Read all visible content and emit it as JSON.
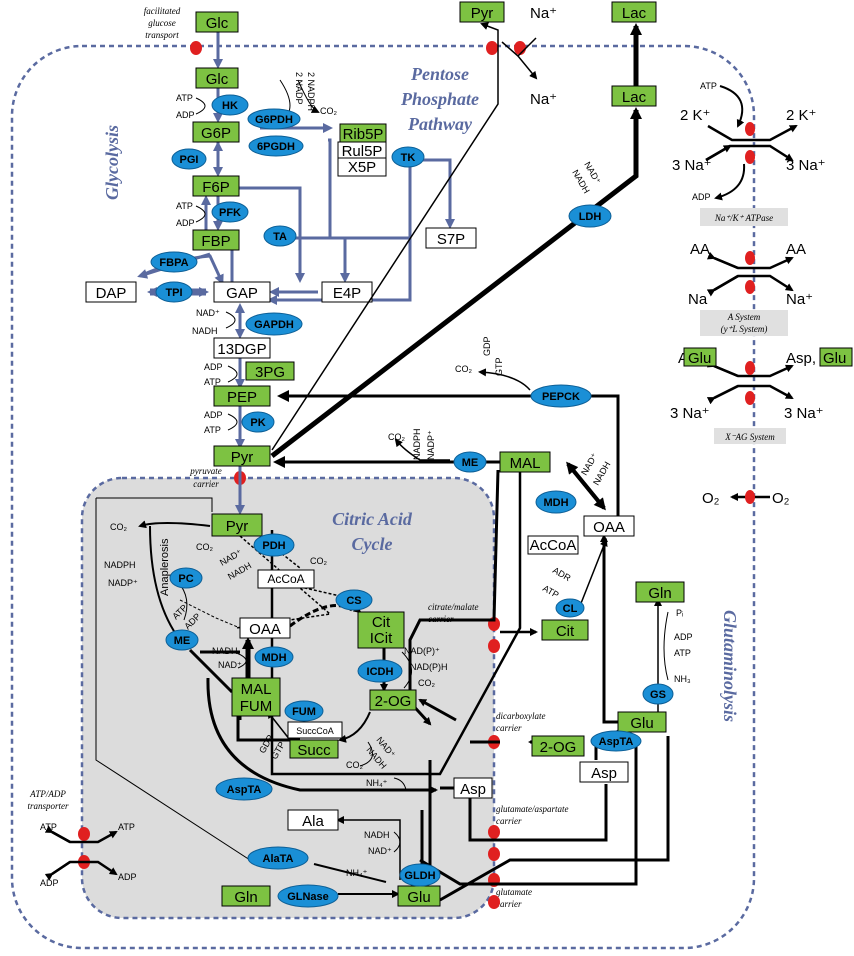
{
  "regions": {
    "glycolysis": "Glycolysis",
    "ppp_line1": "Pentose",
    "ppp_line2": "Phosphate",
    "ppp_line3": "Pathway",
    "tca_line1": "Citric Acid",
    "tca_line2": "Cycle",
    "glutaminolysis": "Glutaminolysis"
  },
  "transport_labels": {
    "glucose_l1": "facilitated",
    "glucose_l2": "glucose",
    "glucose_l3": "transport",
    "pyruvate_l1": "pyruvate",
    "pyruvate_l2": "carrier",
    "citrate_l1": "citrate/malate",
    "citrate_l2": "carrier",
    "dicarb_l1": "dicarboxylate",
    "dicarb_l2": "carrier",
    "gluasp_l1": "glutamate/aspartate",
    "gluasp_l2": "carrier",
    "glut_l1": "glutamate",
    "glut_l2": "carrier",
    "atpadp_l1": "ATP/ADP",
    "atpadp_l2": "transporter",
    "nak": "Na⁺/K⁺ ATPase",
    "asys_l1": "A System",
    "asys_l2": "(y⁺L System)",
    "xag": "X⁻AG System"
  },
  "metabolites": {
    "glc_out": "Glc",
    "glc": "Glc",
    "g6p": "G6P",
    "f6p": "F6P",
    "fbp": "FBP",
    "dap": "DAP",
    "gap": "GAP",
    "bpg": "13DGP",
    "pg3": "3PG",
    "pep": "PEP",
    "pyr": "Pyr",
    "pyr_out": "Pyr",
    "lac_out": "Lac",
    "lac": "Lac",
    "rib5p": "Rib5P",
    "rul5p": "Rul5P",
    "x5p": "X5P",
    "s7p": "S7P",
    "e4p": "E4P",
    "pyr_mito": "Pyr",
    "accoa_m": "AcCoA",
    "oaa_m": "OAA",
    "cit_m": "Cit",
    "icit_m": "ICit",
    "og_m": "2-OG",
    "mal_m": "MAL",
    "fum_m": "FUM",
    "succcoa": "SuccCoA",
    "succ": "Succ",
    "mal_c": "MAL",
    "oaa_c": "OAA",
    "accoa_c": "AcCoA",
    "cit_c": "Cit",
    "og_c": "2-OG",
    "asp_c": "Asp",
    "glu_c": "Glu",
    "gln_c": "Gln",
    "asp_m": "Asp",
    "ala_m": "Ala",
    "glu_m": "Glu",
    "gln_m": "Gln"
  },
  "enzymes": {
    "hk": "HK",
    "g6pdh": "G6PDH",
    "pgdh": "6PGDH",
    "pgi": "PGI",
    "pfk": "PFK",
    "ta": "TA",
    "tk": "TK",
    "fbpa": "FBPA",
    "tpi": "TPI",
    "gapdh": "GAPDH",
    "pk": "PK",
    "ldh": "LDH",
    "pepck": "PEPCK",
    "me_c": "ME",
    "mdh_c": "MDH",
    "cl": "CL",
    "gs": "GS",
    "aspta_c": "AspTA",
    "pdh": "PDH",
    "pc": "PC",
    "me_m": "ME",
    "mdh_m": "MDH",
    "cs": "CS",
    "icdh": "ICDH",
    "fum": "FUM",
    "aspta_m": "AspTA",
    "alata": "AlaTA",
    "gldh": "GLDH",
    "glnase": "GLNase"
  },
  "cofactors": {
    "atp": "ATP",
    "adp": "ADP",
    "nadp2": "2 NADP",
    "nadph2": "2 NADPH",
    "co2": "CO₂",
    "nadp_plus": "NAD⁺",
    "nadh": "NADH",
    "gdp": "GDP",
    "gtp": "GTP",
    "nadph": "NADPH",
    "nadpp": "NADP⁺",
    "nad_p_plus": "NAD(P)⁺",
    "nad_p_h": "NAD(P)H",
    "adr": "ADR",
    "pi": "Pᵢ",
    "nh3": "NH₃",
    "nh4": "NH₄⁺",
    "anaplerosis": "Anaplerosis",
    "na": "Na⁺",
    "k2": "2 K⁺",
    "na3": "3 Na⁺",
    "aa": "AA",
    "na_plain": "Na",
    "asp": "Asp,",
    "glu": "Glu",
    "o2": "O₂"
  },
  "colors": {
    "metabolite_fill": "#7dc242",
    "enzyme_fill": "#1a8fd6",
    "membrane": "#5a6aa0",
    "mito_fill": "#dcdcdc",
    "carrier": "#e02020",
    "flux_arrow": "#5a6aa0"
  }
}
